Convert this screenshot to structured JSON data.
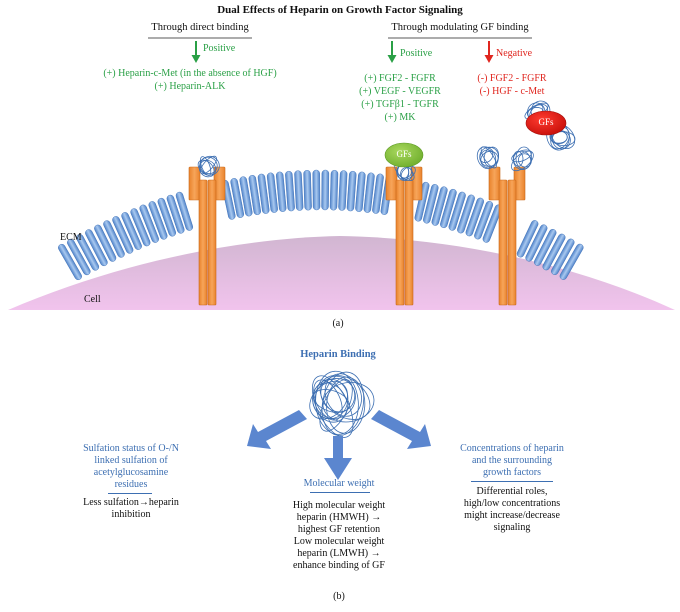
{
  "panel_a": {
    "title": "Dual Effects of Heparin on Growth Factor Signaling",
    "direct": {
      "heading": "Through direct binding",
      "effect": "Positive",
      "items": [
        "(+) Heparin-c-Met (in the absence of HGF)",
        "(+) Heparin-ALK"
      ]
    },
    "modulating": {
      "heading": "Through modulating GF binding",
      "positive_label": "Positive",
      "positive_items": [
        "(+) FGF2 - FGFR",
        "(+) VEGF - VEGFR",
        "(+) TGFβ1 - TGFR",
        "(+) MK"
      ],
      "negative_label": "Negative",
      "negative_items": [
        "(-) FGF2 - FGFR",
        "(-) HGF - c-Met"
      ]
    },
    "gfs_green": "GFs",
    "gfs_red": "GFs",
    "ecm_label": "ECM",
    "cell_label": "Cell",
    "caption": "(a)",
    "colors": {
      "positive": "#2aa046",
      "negative": "#e0261f",
      "receptor": "#f0923a",
      "membrane": "#6f9fd8",
      "cell": "#e8b6e3",
      "heparin": "#3d6fb2"
    }
  },
  "panel_b": {
    "title": "Heparin Binding",
    "left_heading": "Sulfation status of O-/N\nlinked sulfation of\nacetylglucosamine\nresidues",
    "left_body": "Less sulfation→heparin\ninhibition",
    "center_heading": "Molecular weight",
    "center_body": "High molecular weight\nheparin (HMWH) →\nhighest GF retention\nLow molecular weight\nheparin (LMWH) →\nenhance binding of GF",
    "right_heading": "Concentrations of heparin\nand the surrounding\ngrowth factors",
    "right_body": "Differential roles,\nhigh/low concentrations\nmight increase/decrease\nsignaling",
    "caption": "(b)"
  }
}
